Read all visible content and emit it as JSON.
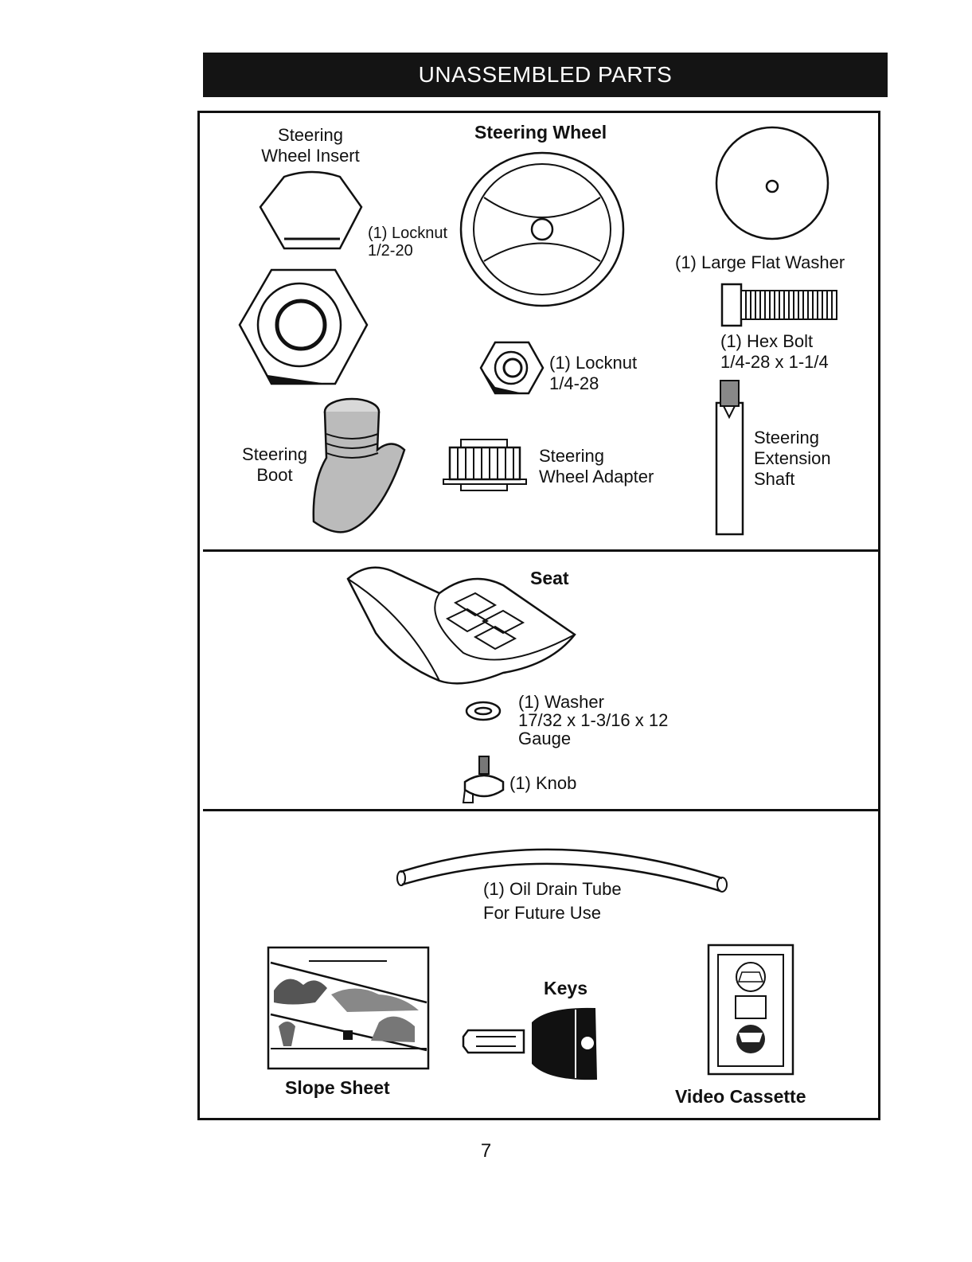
{
  "header": {
    "title": "UNASSEMBLED PARTS"
  },
  "section1": {
    "steering_wheel_insert": [
      "Steering",
      "Wheel Insert"
    ],
    "steering_wheel": "Steering Wheel",
    "large_flat_washer": "(1) Large Flat Washer",
    "locknut_large": [
      "(1) Locknut",
      "1/2-20"
    ],
    "locknut_small": [
      "(1) Locknut",
      "1/4-28"
    ],
    "hex_bolt": [
      "(1) Hex Bolt",
      "1/4-28 x 1-1/4"
    ],
    "steering_boot": [
      "Steering",
      "Boot"
    ],
    "steering_wheel_adapter": [
      "Steering",
      "Wheel Adapter"
    ],
    "steering_extension_shaft": [
      "Steering",
      "Extension",
      "Shaft"
    ]
  },
  "section2": {
    "seat": "Seat",
    "washer": [
      "(1) Washer",
      "17/32 x 1-3/16 x 12",
      "Gauge"
    ],
    "knob": "(1) Knob"
  },
  "section3": {
    "oil_drain_tube": [
      "(1) Oil Drain Tube",
      "For Future Use"
    ],
    "keys": "Keys",
    "slope_sheet": "Slope Sheet",
    "video_cassette": "Video Cassette"
  },
  "footer": {
    "page_number": "7"
  }
}
